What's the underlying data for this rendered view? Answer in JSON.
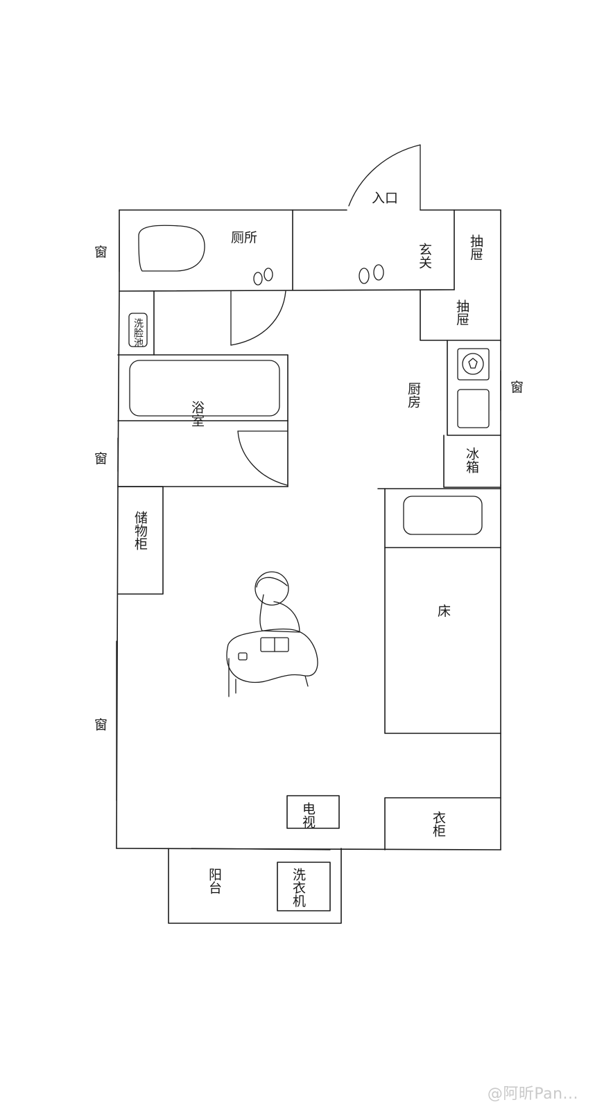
{
  "rooms": {
    "entrance_label": "入口",
    "toilet_label": "厕所",
    "foyer_label": "玄关",
    "drawer_top_label": "抽屉",
    "drawer_kitchen_label": "抽屉",
    "washbasin_label": "洗脸池",
    "bathroom_label": "浴室",
    "kitchen_label": "厨房",
    "fridge_label": "冰箱",
    "storage_label": "储物柜",
    "bed_label": "床",
    "tv_label": "电视",
    "wardrobe_label": "衣柜",
    "balcony_label": "阳台",
    "washer_label": "洗衣机"
  },
  "windows": {
    "window_toilet": "窗",
    "window_bath": "窗",
    "window_kitchen": "窗",
    "window_living": "窗"
  },
  "watermark": "@阿昕Pan..."
}
